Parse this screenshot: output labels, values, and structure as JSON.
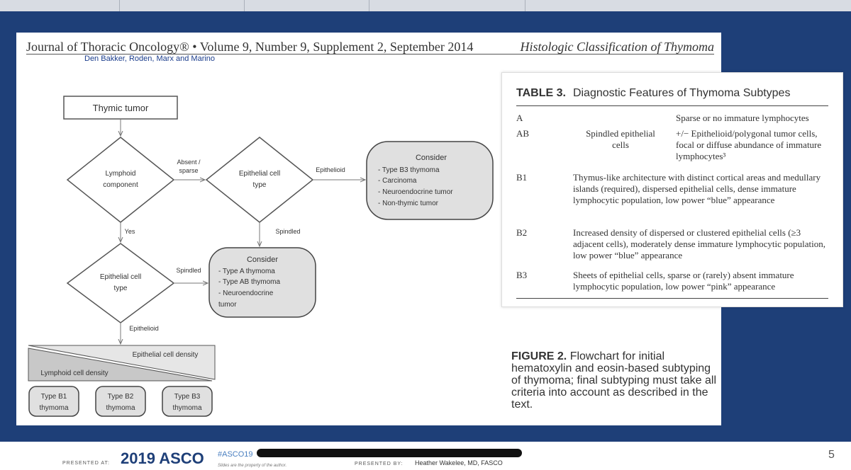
{
  "header": {
    "journal": "Journal of Thoracic Oncology® • Volume 9, Number 9, Supplement 2, September 2014",
    "right_title": "Histologic Classification of Thymoma",
    "authors": "Den Bakker, Roden, Marx and Marino"
  },
  "flowchart": {
    "start": "Thymic tumor",
    "d1": [
      "Lymphoid",
      "component"
    ],
    "d2": [
      "Epithelial cell",
      "type"
    ],
    "d3": [
      "Epithelial cell",
      "type"
    ],
    "absent": [
      "Absent /",
      "sparse"
    ],
    "epithelioid_right": "Epithelioid",
    "spindled_mid": "Spindled",
    "yes": "Yes",
    "spindled_left": "Spindled",
    "epithelioid_down": "Epithelioid",
    "consider_top": {
      "title": "Consider",
      "items": [
        "-  Type B3 thymoma",
        "-  Carcinoma",
        "-  Neuroendocrine tumor",
        "-  Non-thymic tumor"
      ]
    },
    "consider_mid": {
      "title": "Consider",
      "items": [
        "-  Type A thymoma",
        "-  Type AB thymoma",
        "-  Neuroendocrine",
        "   tumor"
      ]
    },
    "epithelial_density": "Epithelial cell density",
    "lymphoid_density": "Lymphoid cell density",
    "b1": [
      "Type B1",
      "thymoma"
    ],
    "b2": [
      "Type B2",
      "thymoma"
    ],
    "b3": [
      "Type B3",
      "thymoma"
    ]
  },
  "table": {
    "label": "TABLE 3.",
    "title": "Diagnostic Features of Thymoma Subtypes",
    "rows": [
      {
        "type": "A",
        "mid": "",
        "desc": "Sparse or no immature lymphocytes"
      },
      {
        "type": "AB",
        "mid": "Spindled epithelial cells",
        "desc": "+/− Epithelioid/polygonal tumor cells, focal or diffuse abundance of immature lymphocytes³"
      },
      {
        "type": "B1",
        "full": "Thymus-like architecture with distinct cortical areas and medullary islands (required), dispersed epithelial cells, dense immature lymphocytic population, low power “blue” appearance"
      },
      {
        "type": "B2",
        "full": "Increased density of dispersed or clustered epithelial cells (≥3 adjacent cells), moderately dense immature lymphocytic population, low power “blue” appearance"
      },
      {
        "type": "B3",
        "full": "Sheets of epithelial cells, sparse or (rarely) absent immature lymphocytic population, low power “pink” appearance"
      }
    ]
  },
  "figure_caption": {
    "label": "FIGURE 2.",
    "text": "Flowchart for initial hematoxylin and eosin-based subtyping of thymoma; final subtyping must take all criteria into account as described in the text."
  },
  "footer": {
    "presented_at": "PRESENTED AT:",
    "meeting": "2019 ASCO",
    "hashtag": "#ASCO19",
    "property": "Slides are the property of the author.",
    "presented_by": "PRESENTED BY:",
    "presenter": "Heather Wakelee, MD, FASCO",
    "page": "5"
  }
}
